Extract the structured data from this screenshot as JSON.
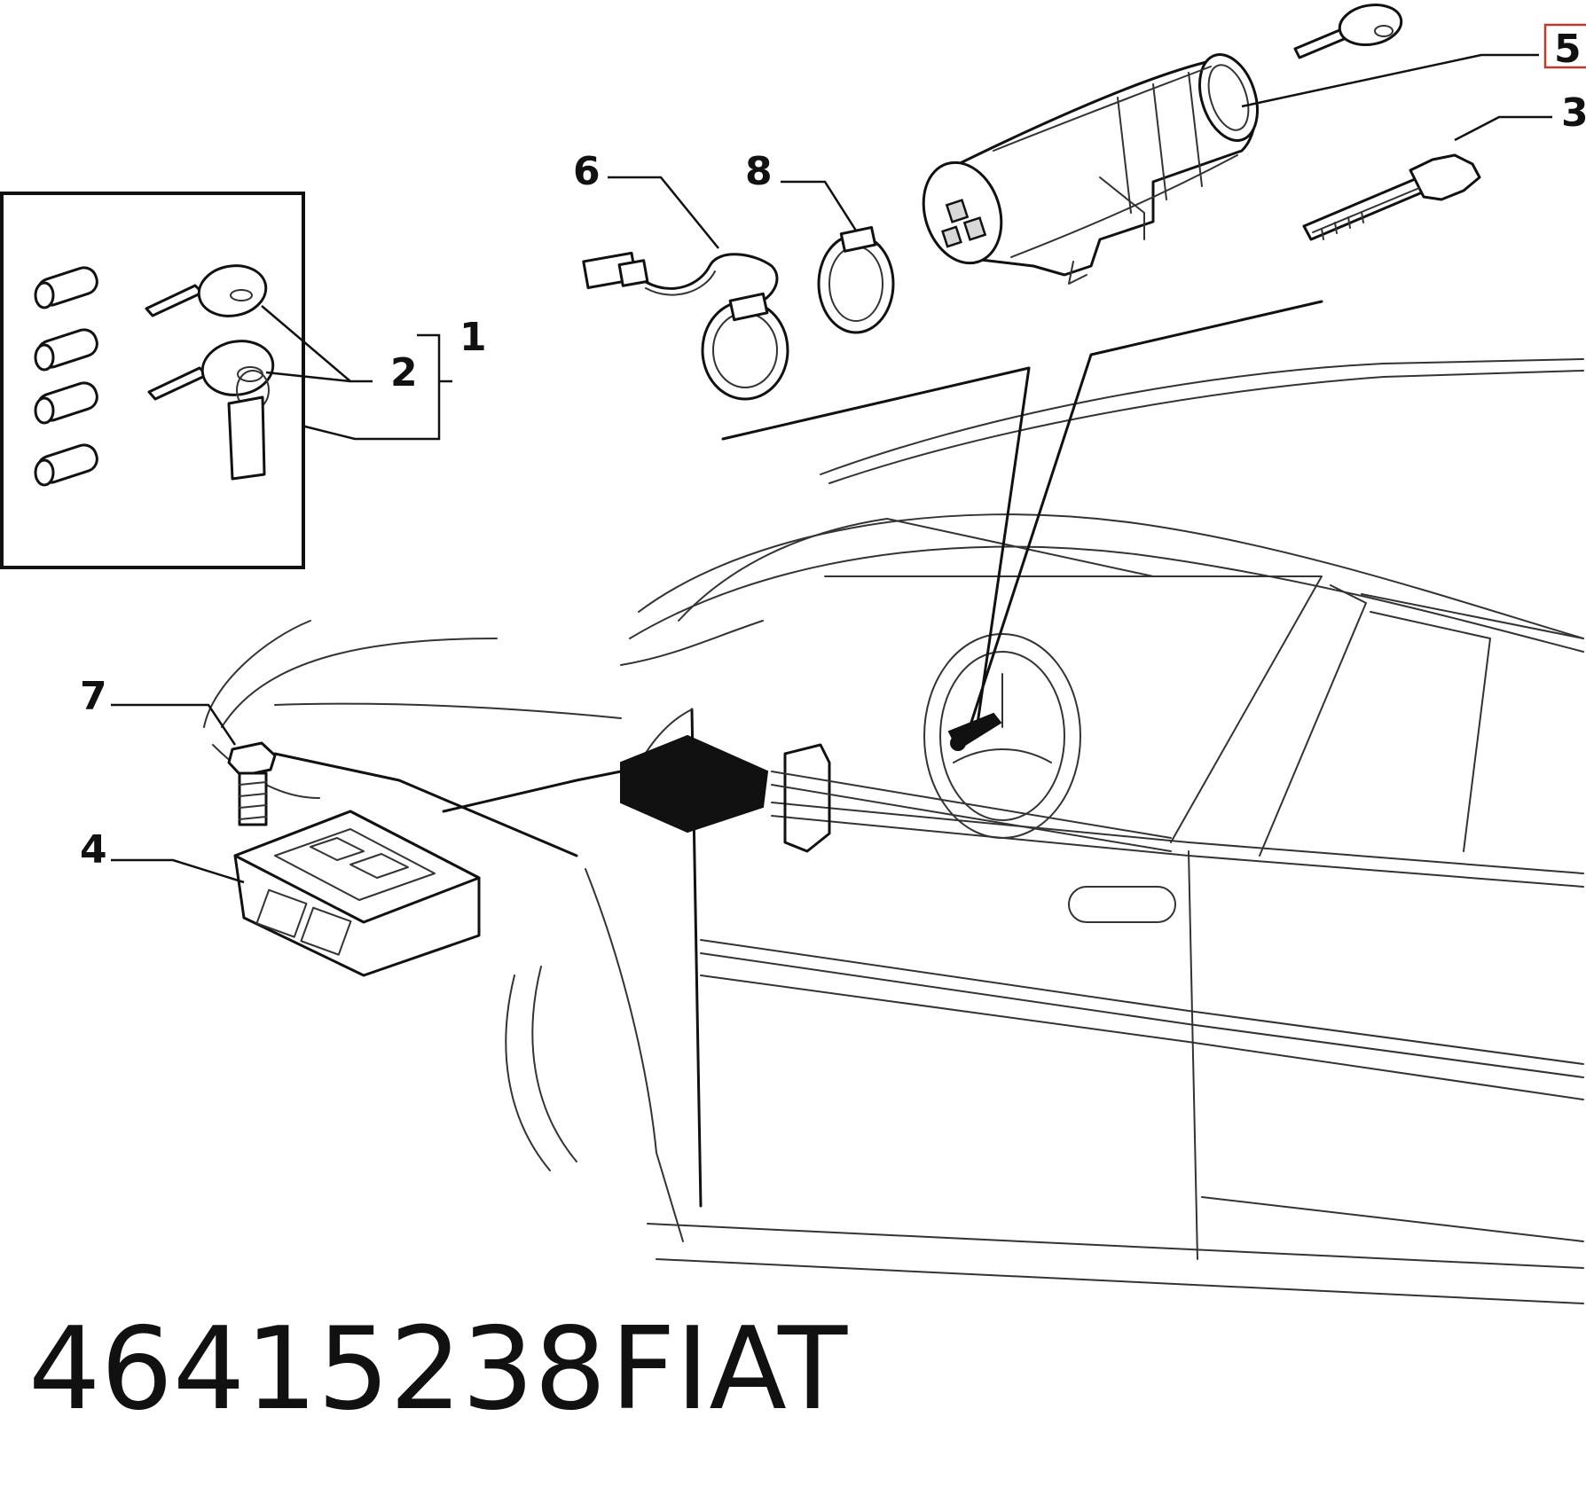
{
  "callouts": {
    "c1": "1",
    "c2": "2",
    "c3": "3",
    "c4": "4",
    "c5": "5",
    "c6": "6",
    "c7": "7",
    "c8": "8"
  },
  "footer": {
    "part_number": "46415238",
    "brand": "FIAT"
  },
  "colors": {
    "line": "#111111",
    "highlight_box": "#c0392b",
    "background": "#ffffff"
  }
}
